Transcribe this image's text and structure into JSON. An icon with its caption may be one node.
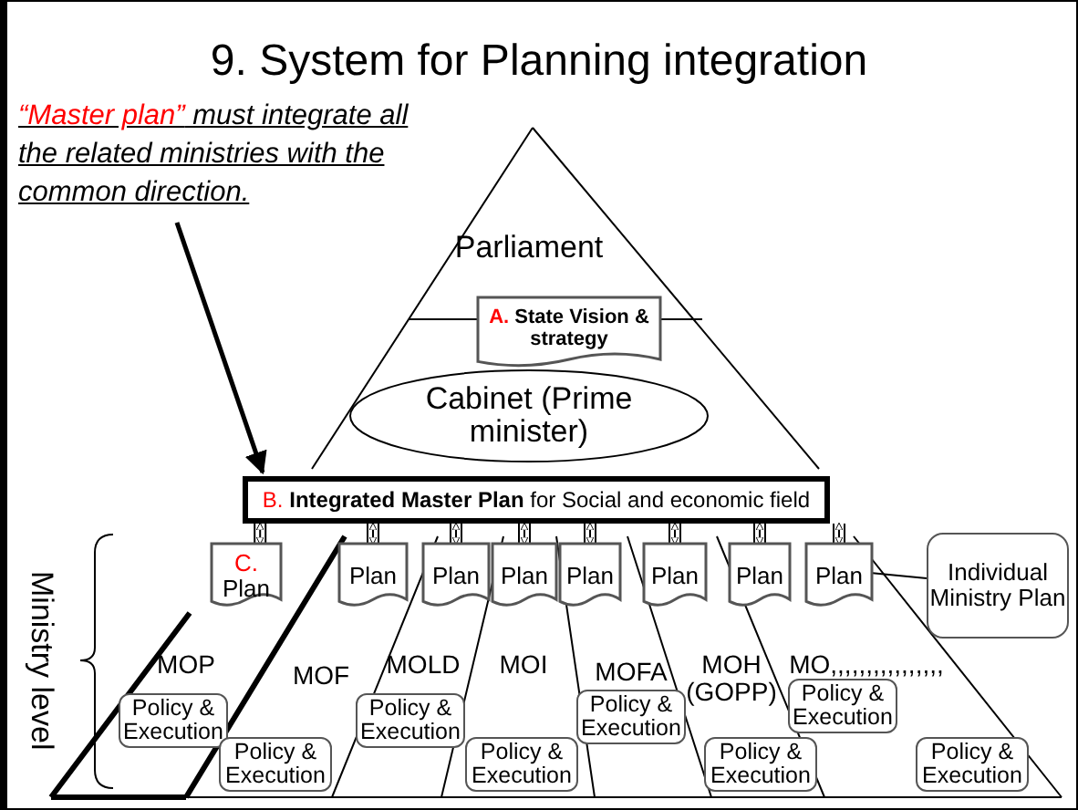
{
  "diagram": {
    "title": "9. System for Planning integration",
    "nodes": [
      {
        "text": [
          "“Master plan” must integrate all the related ministries with the common direction."
        ]
      },
      {
        "text": [
          "Parliament"
        ]
      },
      {
        "text": [
          "A. State Vision & strategy"
        ]
      },
      {
        "text": [
          "Cabinet (Prime minister)"
        ]
      },
      {
        "text": [
          "B. **Integrated Master Plan** for Social and economic field"
        ]
      },
      {
        "text": [
          "C. Plan"
        ]
      },
      {
        "text": [
          "Plan"
        ]
      },
      {
        "text": [
          "Plan"
        ]
      },
      {
        "text": [
          "Plan"
        ]
      },
      {
        "text": [
          "Plan"
        ]
      },
      {
        "text": [
          "Plan"
        ]
      },
      {
        "text": [
          "Plan"
        ]
      },
      {
        "text": [
          "Plan"
        ]
      },
      {
        "text": [
          "Individual Ministry Plan"
        ]
      },
      {
        "text": [
          "Policy & Execution"
        ]
      },
      {
        "text": [
          "Policy & Execution"
        ]
      },
      {
        "text": [
          "Policy & Execution"
        ]
      },
      {
        "text": [
          "Policy & Execution"
        ]
      },
      {
        "text": [
          "Policy & Execution"
        ]
      },
      {
        "text": [
          "Policy & Execution"
        ]
      },
      {
        "text": [
          "Policy & Execution"
        ]
      },
      {
        "text": [
          "Policy & Execution"
        ]
      }
    ],
    "edges": [
      {
        "from": 0,
        "to": 4,
        "arrow": "to",
        "style": "thick"
      },
      {
        "from": 4,
        "to": 5,
        "arrow": "both"
      },
      {
        "from": 4,
        "to": 6,
        "arrow": "both"
      },
      {
        "from": 4,
        "to": 7,
        "arrow": "both"
      },
      {
        "from": 4,
        "to": 8,
        "arrow": "both"
      },
      {
        "from": 4,
        "to": 9,
        "arrow": "both"
      },
      {
        "from": 4,
        "to": 10,
        "arrow": "both"
      },
      {
        "from": 4,
        "to": 11,
        "arrow": "both"
      },
      {
        "from": 4,
        "to": 12,
        "arrow": "both"
      },
      {
        "from": 13,
        "to": 12,
        "arrow": "none"
      }
    ],
    "labels": [
      "Ministry level",
      "MOP",
      "MOF",
      "MOLD",
      "MOI",
      "MOFA",
      "MOH (GOPP)",
      "MO,,,,,,,,,,,,,,,,"
    ]
  }
}
